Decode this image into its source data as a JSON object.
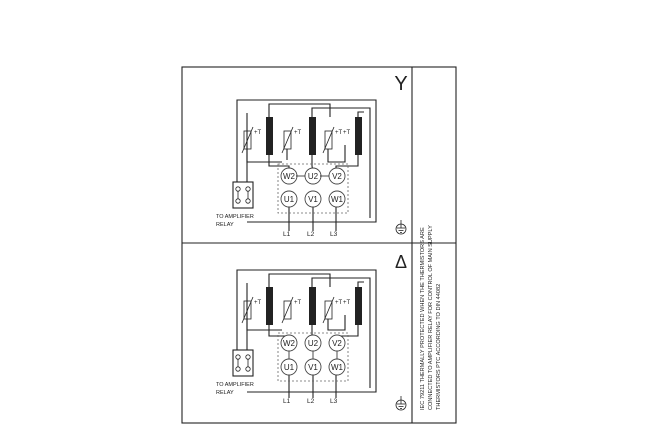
{
  "panels": [
    {
      "connection_symbol": "Y",
      "terminals_top": [
        "W2",
        "U2",
        "V2"
      ],
      "terminals_bottom": [
        "U1",
        "V1",
        "W1"
      ],
      "supply_lines": [
        "L1",
        "L2",
        "L3"
      ],
      "thermistor_label": "+T",
      "relay_label_line1": "TO AMPLIFIER",
      "relay_label_line2": "RELAY"
    },
    {
      "connection_symbol": "Δ",
      "terminals_top": [
        "W2",
        "U2",
        "V2"
      ],
      "terminals_bottom": [
        "U1",
        "V1",
        "W1"
      ],
      "supply_lines": [
        "L1",
        "L2",
        "L3"
      ],
      "thermistor_label": "+T",
      "relay_label_line1": "TO AMPLIFIER",
      "relay_label_line2": "RELAY"
    }
  ],
  "side_note": {
    "line1": "IEC 79211 THERMALLY PROTECTED WHEN THE THERMISTORS ARE",
    "line2": "CONNECTED TO AMPLIFIER RELAY FOR CONTROL OF MAIN SUPPLY",
    "line3": "THERMISTORS PTC ACCORDING TO DIN 44082"
  },
  "colors": {
    "line": "#222222",
    "background": "#ffffff"
  },
  "icons": [
    "star-connection-symbol",
    "delta-connection-symbol",
    "ground-icon"
  ]
}
